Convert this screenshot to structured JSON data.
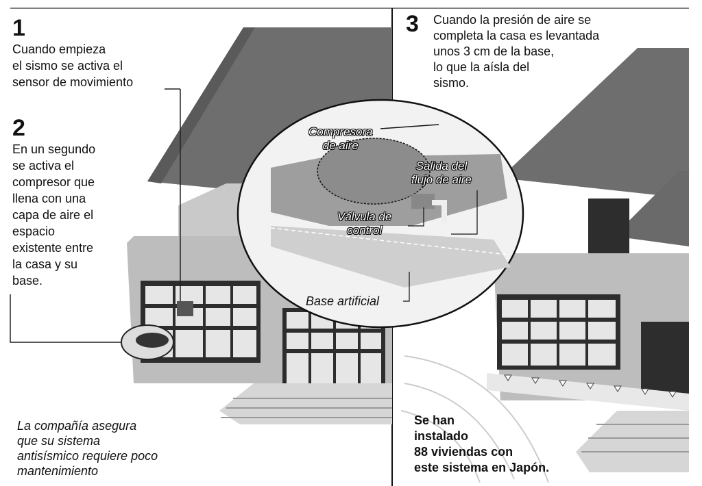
{
  "step1": {
    "number": "1",
    "lines": [
      "Cuando empieza",
      "el sismo se activa el",
      "sensor de movimiento"
    ]
  },
  "step2": {
    "number": "2",
    "lines": [
      "En un segundo",
      "se activa el",
      "compresor que",
      "llena con una",
      "capa de aire el",
      "espacio",
      "existente entre",
      "la casa y su",
      "base."
    ]
  },
  "step3": {
    "number": "3",
    "lines": [
      "Cuando la presión de aire se",
      "completa la casa es levantada",
      "unos 3 cm de la base,",
      "lo que la aísla del",
      "sismo."
    ]
  },
  "inset_labels": {
    "compressor": [
      "Compresora",
      "de aire"
    ],
    "outlet": [
      "Salida del",
      "flujo de aire"
    ],
    "valve": [
      "Válvula de",
      "control"
    ],
    "base": "Base artificial"
  },
  "note_left": [
    "La compañía asegura",
    "que su sistema",
    "antisísmico requiere poco",
    "mantenimiento"
  ],
  "note_right": [
    "Se han",
    "instalado",
    "88 viviendas con",
    "este sistema en Japón."
  ]
}
